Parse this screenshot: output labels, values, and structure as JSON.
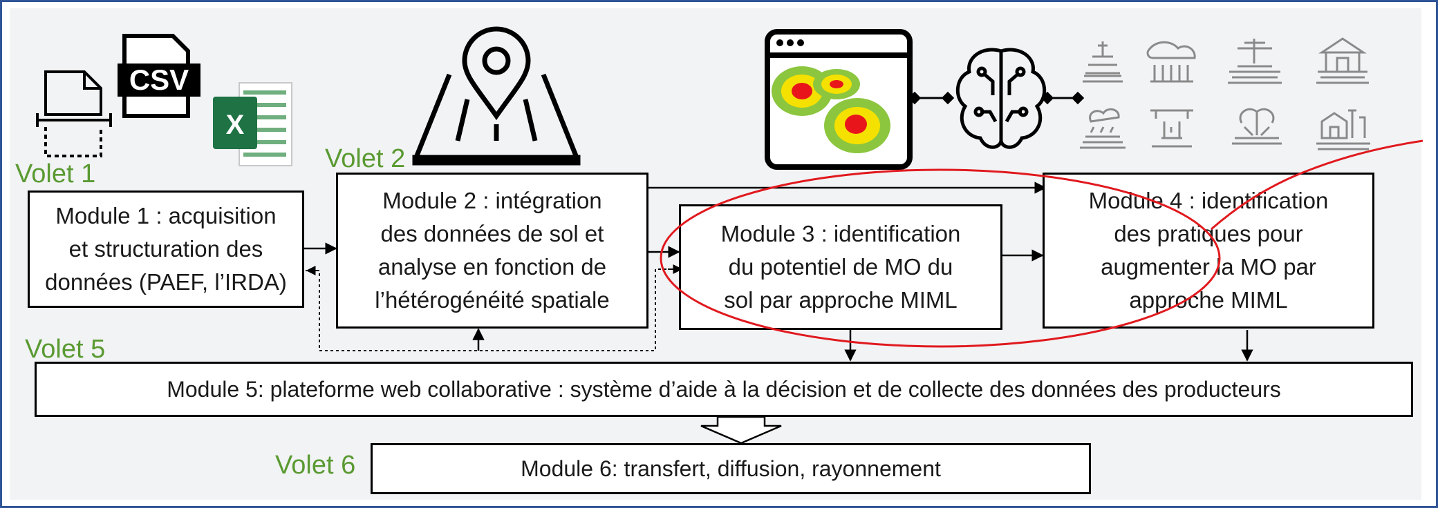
{
  "volets": {
    "v1": "Volet 1",
    "v2": "Volet 2",
    "v5": "Volet 5",
    "v6": "Volet 6"
  },
  "modules": {
    "m1": "Module 1 : acquisition\net structuration des\ndonnées (PAEF, l’IRDA)",
    "m2": "Module 2 : intégration\ndes données de sol et\nanalyse en fonction de\nl’hétérogénéité spatiale",
    "m3": "Module 3 : identification\ndu potentiel de MO du\nsol par approche MIML",
    "m4": "Module 4 : identification\ndes pratiques pour\naugmenter la MO par\napproche MIML",
    "m5": "Module 5: plateforme web collaborative : système d’aide à la décision et de collecte des données des producteurs",
    "m6": "Module 6: transfert, diffusion, rayonnement"
  },
  "icons": {
    "csv_label": "CSV",
    "excel_label": "X"
  },
  "colors": {
    "volet_green": "#5a9a32",
    "ellipse_red": "#e0191e",
    "frame_blue": "#2f5597",
    "excel_green": "#1f7244",
    "heat_red": "#e8161b",
    "heat_yellow": "#f5e100",
    "heat_green": "#8cc63f",
    "farm_gray": "#8a8a8a"
  }
}
